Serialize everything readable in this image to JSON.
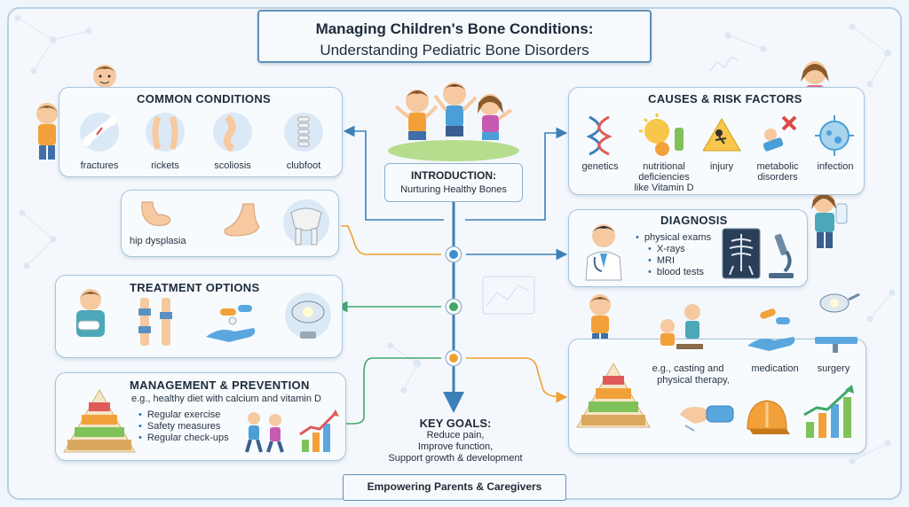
{
  "title": {
    "line1": "Managing Children's Bone Conditions:",
    "line2": "Understanding Pediatric Bone Disorders"
  },
  "intro": {
    "title": "INTRODUCTION:",
    "subtitle": "Nurturing Healthy Bones"
  },
  "common_conditions": {
    "title": "COMMON CONDITIONS",
    "items": [
      "fractures",
      "rickets",
      "scoliosis",
      "clubfoot"
    ],
    "extra": "hip dysplasia"
  },
  "causes": {
    "title": "CAUSES & RISK FACTORS",
    "items": [
      "genetics",
      "nutritional\ndeficiencies\nlike Vitamin D",
      "injury",
      "metabolic\ndisorders",
      "infection"
    ],
    "item_lines": {
      "nutritional_1": "nutritional",
      "nutritional_2": "deficiencies",
      "nutritional_3": "like Vitamin D",
      "metabolic_1": "metabolic",
      "metabolic_2": "disorders"
    }
  },
  "diagnosis": {
    "title": "DIAGNOSIS",
    "items": [
      "physical exams",
      "X-rays",
      "MRI",
      "blood tests"
    ]
  },
  "treatment": {
    "title": "TREATMENT OPTIONS",
    "labels": {
      "casting": "e.g., casting and",
      "therapy": "physical therapy,",
      "medication": "medication",
      "surgery": "surgery"
    }
  },
  "management": {
    "title": "MANAGEMENT & PREVENTION",
    "subtitle": "e.g., healthy diet with calcium and vitamin D",
    "items": [
      "Regular exercise",
      "Safety measures",
      "Regular check-ups"
    ]
  },
  "goals": {
    "title": "KEY GOALS:",
    "items": [
      "Reduce pain,",
      "Improve function,",
      "Support growth & development"
    ]
  },
  "footer": "Empowering Parents & Caregivers",
  "colors": {
    "accent_blue": "#2f6fb0",
    "node_blue": "#3d8fd1",
    "node_green": "#3fa86a",
    "node_orange": "#f0a030",
    "panel_border": "#a9c4db"
  }
}
